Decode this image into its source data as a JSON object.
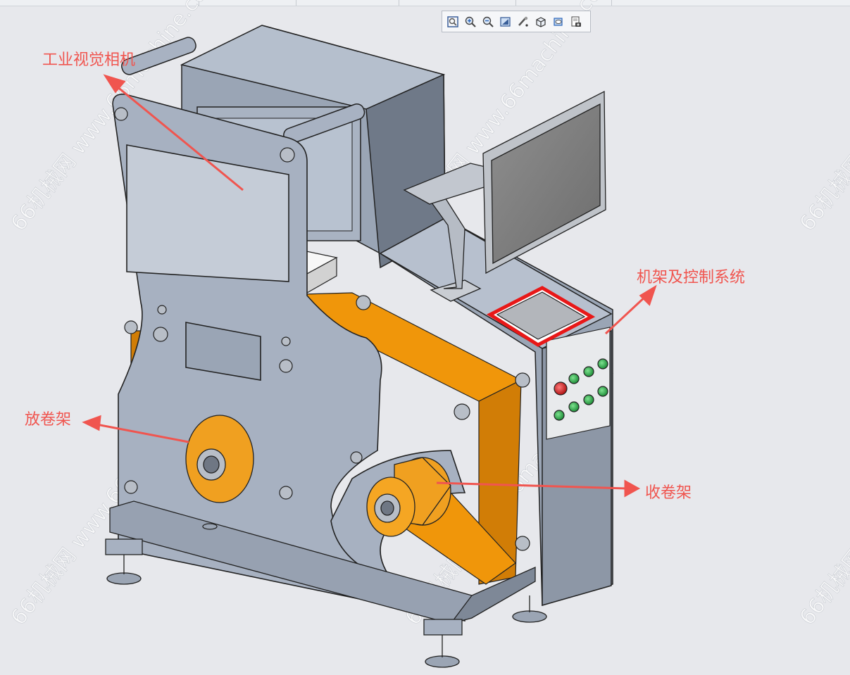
{
  "toolbar": {
    "buttons": [
      {
        "name": "zoom-fit-button",
        "icon": "zoom-fit-icon"
      },
      {
        "name": "zoom-in-button",
        "icon": "zoom-in-icon"
      },
      {
        "name": "zoom-out-button",
        "icon": "zoom-out-icon"
      },
      {
        "name": "zoom-window-button",
        "icon": "zoom-window-icon"
      },
      {
        "name": "rotate-button",
        "icon": "rotate-icon"
      },
      {
        "name": "view-orientation-button",
        "icon": "cube-view-icon"
      },
      {
        "name": "display-style-button",
        "icon": "display-style-icon"
      },
      {
        "name": "snapshot-button",
        "icon": "camera-icon"
      }
    ]
  },
  "callouts": {
    "camera": "工业视觉相机",
    "frame": "机架及控制系统",
    "unwind": "放卷架",
    "rewind": "收卷架"
  },
  "watermark": {
    "text": "66机械网 www.66machine.com"
  },
  "colors": {
    "background": "#e7e8ec",
    "frame_plate": "#a7b1c1",
    "belt": "#f0960a",
    "annotation": "#f0554f",
    "button_green": "#2fa84a",
    "button_red": "#d62424"
  }
}
